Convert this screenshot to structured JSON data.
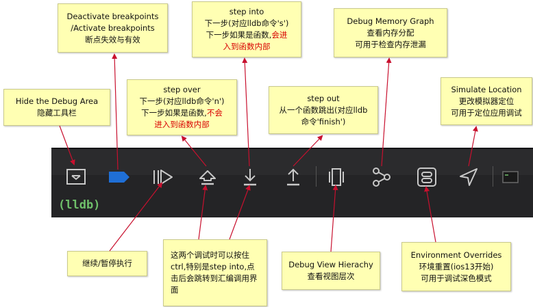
{
  "console": {
    "prompt": "(lldb)"
  },
  "toolbar": {
    "items": [
      {
        "name": "hide-debug-area-icon"
      },
      {
        "name": "breakpoints-toggle-icon"
      },
      {
        "name": "continue-pause-icon"
      },
      {
        "name": "step-over-icon"
      },
      {
        "name": "step-into-icon"
      },
      {
        "name": "step-out-icon"
      },
      {
        "name": "debug-view-hierarchy-icon"
      },
      {
        "name": "debug-memory-graph-icon"
      },
      {
        "name": "environment-overrides-icon"
      },
      {
        "name": "simulate-location-icon"
      },
      {
        "name": "console-toggle-icon"
      }
    ],
    "colors": {
      "background": "#2b2b2d",
      "console": "#242426",
      "prompt": "#6fc06a",
      "accent": "#1f6fd6",
      "annotation_arrow": "#c8102e",
      "note_bg": "#ffffb3"
    }
  },
  "annotations": {
    "hide_debug": [
      "Hide the Debug Area",
      "隐藏工具栏"
    ],
    "breakpoints": [
      "Deactivate breakpoints",
      "/Activate breakpoints",
      "断点失效与有效"
    ],
    "step_over": {
      "l1": "step over",
      "l2": "下一步(对应lldb命令'n')",
      "l3a": "下一步如果是函数,",
      "l3b": "不会",
      "l4": "进入到函数内部"
    },
    "step_into": {
      "l1": "step into",
      "l2": "下一步(对应lldb命令's')",
      "l3a": "下一步如果是函数,",
      "l3b": "会进",
      "l4": "入到函数内部"
    },
    "step_out": [
      "step out",
      "从一个函数跳出(对应lldb",
      "命令'finish')"
    ],
    "memory_graph": [
      "Debug Memory Graph",
      "查看内存分配",
      "可用于检查内存泄漏"
    ],
    "simulate_location": [
      "Simulate Location",
      "更改模拟器定位",
      "可用于定位应用调试"
    ],
    "continue": [
      "继续/暂停执行"
    ],
    "step_note": "这两个调试时可以按住ctrl,特别是step into,点击后会跳转到汇编调用界面",
    "view_hierarchy": [
      "Debug View Hierachy",
      "查看视图层次"
    ],
    "env_overrides": [
      "Environment Overrides",
      "环境重置(ios13开始)",
      "可用于调试深色模式"
    ]
  }
}
